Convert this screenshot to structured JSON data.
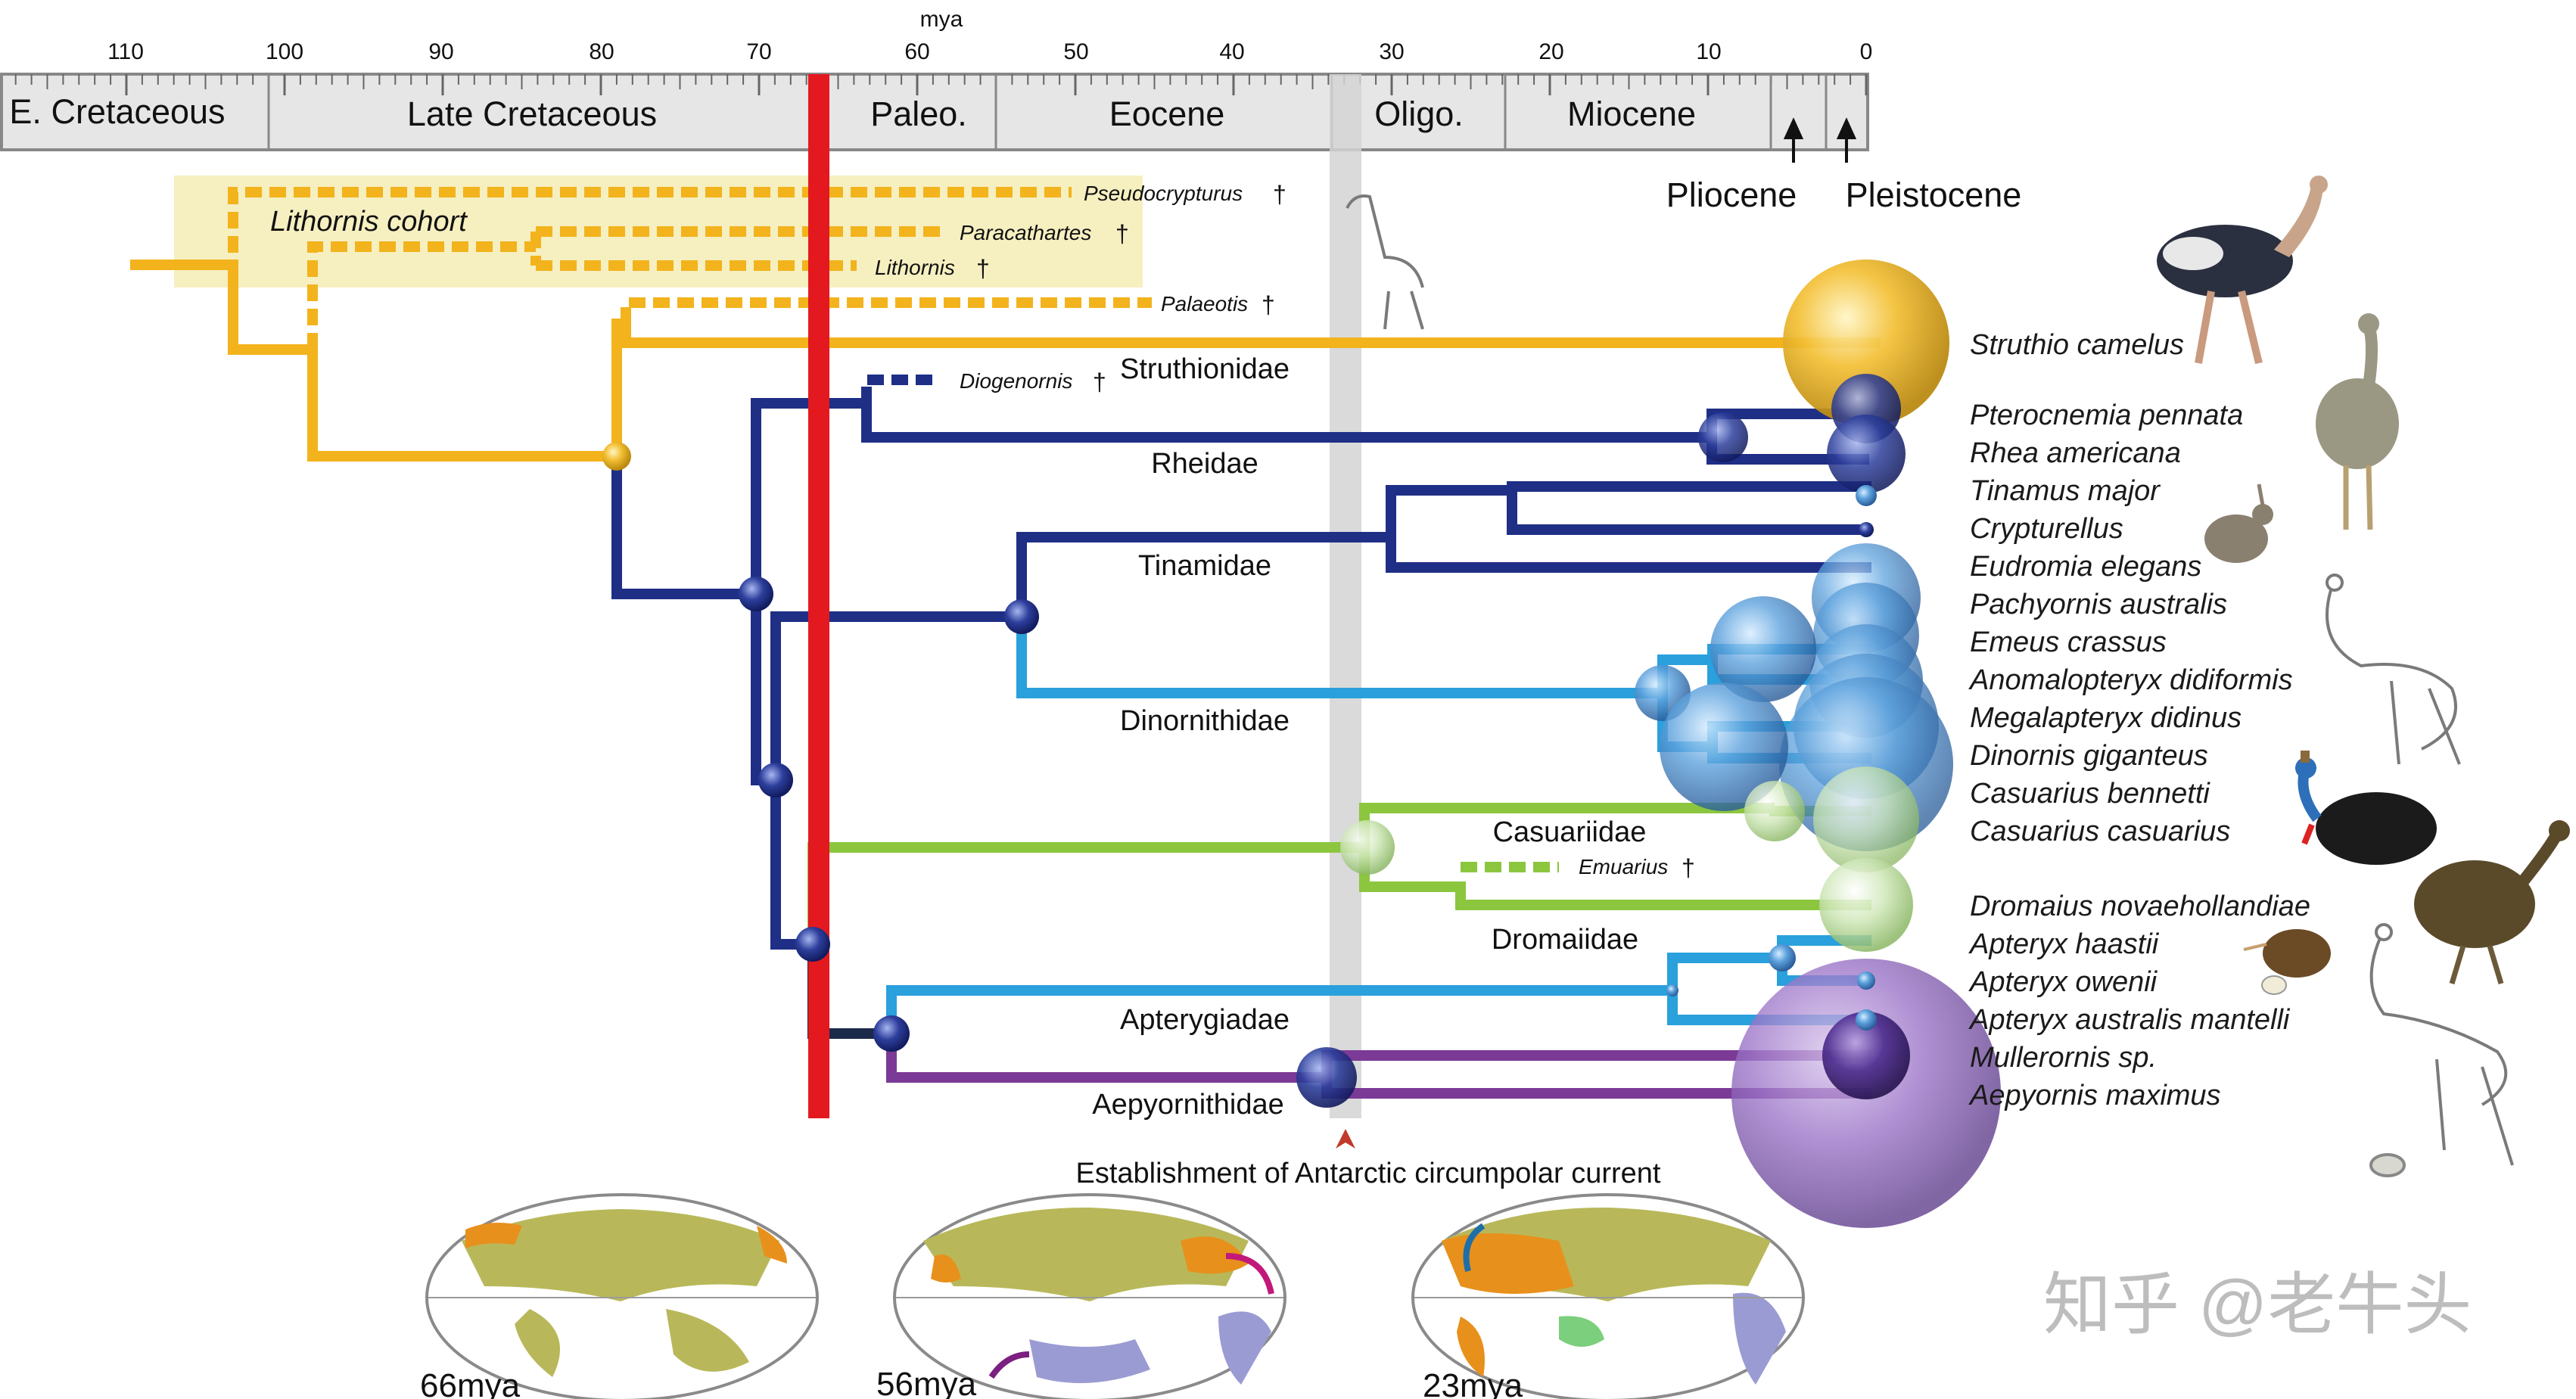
{
  "axis": {
    "title": "mya",
    "ticks": [
      "110",
      "100",
      "90",
      "80",
      "70",
      "60",
      "50",
      "40",
      "30",
      "20",
      "10",
      "0"
    ]
  },
  "periods": [
    "E. Cretaceous",
    "Late Cretaceous",
    "Paleo.",
    "Eocene",
    "Oligo.",
    "Miocene"
  ],
  "epoch_pointers": {
    "pliocene": "Pliocene",
    "pleistocene": "Pleistocene"
  },
  "cohort_label": "Lithornis cohort",
  "fossils": {
    "pseudocrypturus": "Pseudocrypturus",
    "paracathartes": "Paracathartes",
    "lithornis": "Lithornis",
    "palaeotis": "Palaeotis",
    "diogenornis": "Diogenornis",
    "emuarius": "Emuarius",
    "dagger": "†"
  },
  "clades": {
    "struthionidae": "Struthionidae",
    "rheidae": "Rheidae",
    "tinamidae": "Tinamidae",
    "dinornithidae": "Dinornithidae",
    "casuariidae": "Casuariidae",
    "dromaiidae": "Dromaiidae",
    "apterygiadae": "Apterygiadae",
    "aepyornithidae": "Aepyornithidae"
  },
  "species": [
    "Struthio camelus",
    "Pterocnemia pennata",
    "Rhea americana",
    "Tinamus major",
    "Crypturellus",
    "Eudromia elegans",
    "Pachyornis australis",
    "Emeus crassus",
    "Anomalopteryx didiformis",
    "Megalapteryx didinus",
    "Dinornis giganteus",
    "Casuarius bennetti",
    "Casuarius casuarius",
    "Dromaius novaehollandiae",
    "Apteryx haastii",
    "Apteryx owenii",
    "Apteryx australis mantelli",
    "Mullerornis sp.",
    "Aepyornis maximus"
  ],
  "event_label": "Establishment of Antarctic circumpolar current",
  "maps": [
    "66mya",
    "56mya",
    "23mya"
  ],
  "watermark": "知乎 @老牛头",
  "colors": {
    "struthionidae": "#f2b31c",
    "rheidae_tinamidae": "#1f2f86",
    "dinornithidae_apterygiadae": "#2aa0dc",
    "casuariidae": "#8cc63f",
    "aepyornithidae": "#7b3a96",
    "kpg_boundary": "#e3191f",
    "cohort_band": "#f6efc0",
    "continent": "#b8b85a",
    "continent_orange": "#e8901c",
    "continent_purple": "#9b9bd3"
  }
}
